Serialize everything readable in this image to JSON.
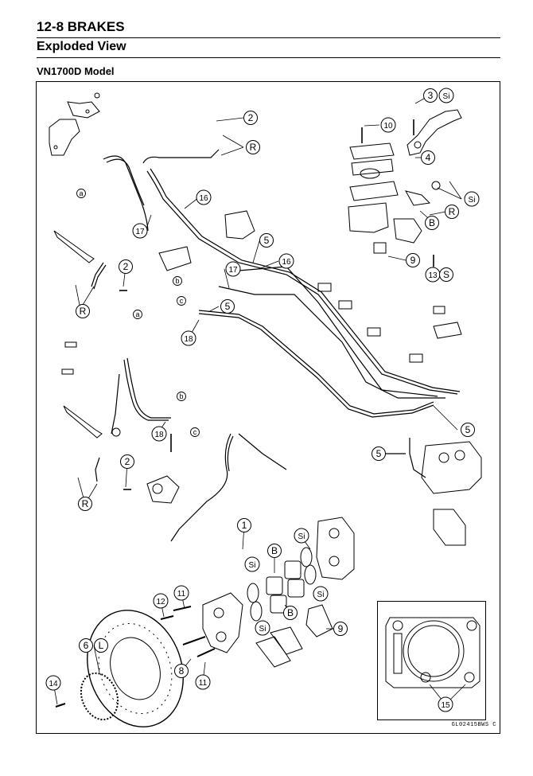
{
  "header": {
    "section_title": "12-8 BRAKES",
    "subtitle": "Exploded View",
    "model": "VN1700D Model"
  },
  "figure": {
    "ref_code": "GL02415BWS C",
    "callouts": [
      {
        "id": "c1",
        "label": "1"
      },
      {
        "id": "c2a",
        "label": "2"
      },
      {
        "id": "c2b",
        "label": "2"
      },
      {
        "id": "c2c",
        "label": "2"
      },
      {
        "id": "c3",
        "label": "3"
      },
      {
        "id": "c4",
        "label": "4"
      },
      {
        "id": "c5a",
        "label": "5"
      },
      {
        "id": "c5b",
        "label": "5"
      },
      {
        "id": "c5c",
        "label": "5"
      },
      {
        "id": "c5d",
        "label": "5"
      },
      {
        "id": "c6",
        "label": "6"
      },
      {
        "id": "c8",
        "label": "8"
      },
      {
        "id": "c9a",
        "label": "9"
      },
      {
        "id": "c9b",
        "label": "9"
      },
      {
        "id": "c10",
        "label": "10"
      },
      {
        "id": "c11a",
        "label": "11"
      },
      {
        "id": "c11b",
        "label": "11"
      },
      {
        "id": "c12",
        "label": "12"
      },
      {
        "id": "c13",
        "label": "13"
      },
      {
        "id": "c14",
        "label": "14"
      },
      {
        "id": "c15",
        "label": "15"
      },
      {
        "id": "c16a",
        "label": "16"
      },
      {
        "id": "c16b",
        "label": "16"
      },
      {
        "id": "c17a",
        "label": "17"
      },
      {
        "id": "c17b",
        "label": "17"
      },
      {
        "id": "c18a",
        "label": "18"
      },
      {
        "id": "c18b",
        "label": "18"
      },
      {
        "id": "cRa",
        "label": "R"
      },
      {
        "id": "cRb",
        "label": "R"
      },
      {
        "id": "cRc",
        "label": "R"
      },
      {
        "id": "cRd",
        "label": "R"
      },
      {
        "id": "cBa",
        "label": "B"
      },
      {
        "id": "cBb",
        "label": "B"
      },
      {
        "id": "cBc",
        "label": "B"
      },
      {
        "id": "cS",
        "label": "S"
      },
      {
        "id": "cL",
        "label": "L"
      },
      {
        "id": "cSi1",
        "label": "Si"
      },
      {
        "id": "cSi2",
        "label": "Si"
      },
      {
        "id": "cSi3",
        "label": "Si"
      },
      {
        "id": "cSi4",
        "label": "Si"
      },
      {
        "id": "cSi5",
        "label": "Si"
      },
      {
        "id": "cSi6",
        "label": "Si"
      }
    ],
    "letter_marks": [
      {
        "id": "la1",
        "label": "a"
      },
      {
        "id": "la2",
        "label": "a"
      },
      {
        "id": "lb1",
        "label": "b"
      },
      {
        "id": "lb2",
        "label": "b"
      },
      {
        "id": "lc1",
        "label": "c"
      },
      {
        "id": "lc2",
        "label": "c"
      }
    ]
  }
}
